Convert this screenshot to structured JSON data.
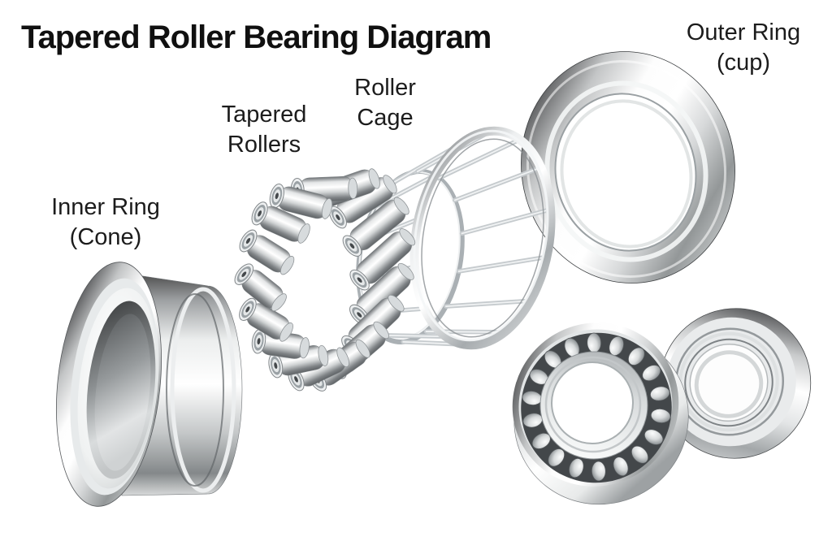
{
  "title": "Tapered Roller Bearing Diagram",
  "labels": {
    "inner_ring": {
      "line1": "Inner Ring",
      "line2": "(Cone)"
    },
    "tapered_rollers": {
      "line1": "Tapered",
      "line2": "Rollers"
    },
    "roller_cage": {
      "line1": "Roller",
      "line2": "Cage"
    },
    "outer_ring": {
      "line1": "Outer Ring",
      "line2": "(cup)"
    }
  },
  "diagram": {
    "type": "exploded-view-illustration",
    "subject": "tapered roller bearing",
    "components": [
      "Inner Ring (Cone)",
      "Tapered Rollers",
      "Roller Cage",
      "Outer Ring (cup)",
      "Assembled tapered roller bearing",
      "Assembled bearing rear ring"
    ],
    "style": "photorealistic chrome render on white background"
  },
  "colors": {
    "background": "#ffffff",
    "text": "#1c1c1c",
    "metal_dark": "#2e2e2e",
    "metal_mid": "#9aa0a4",
    "metal_light": "#f5f7f8"
  }
}
